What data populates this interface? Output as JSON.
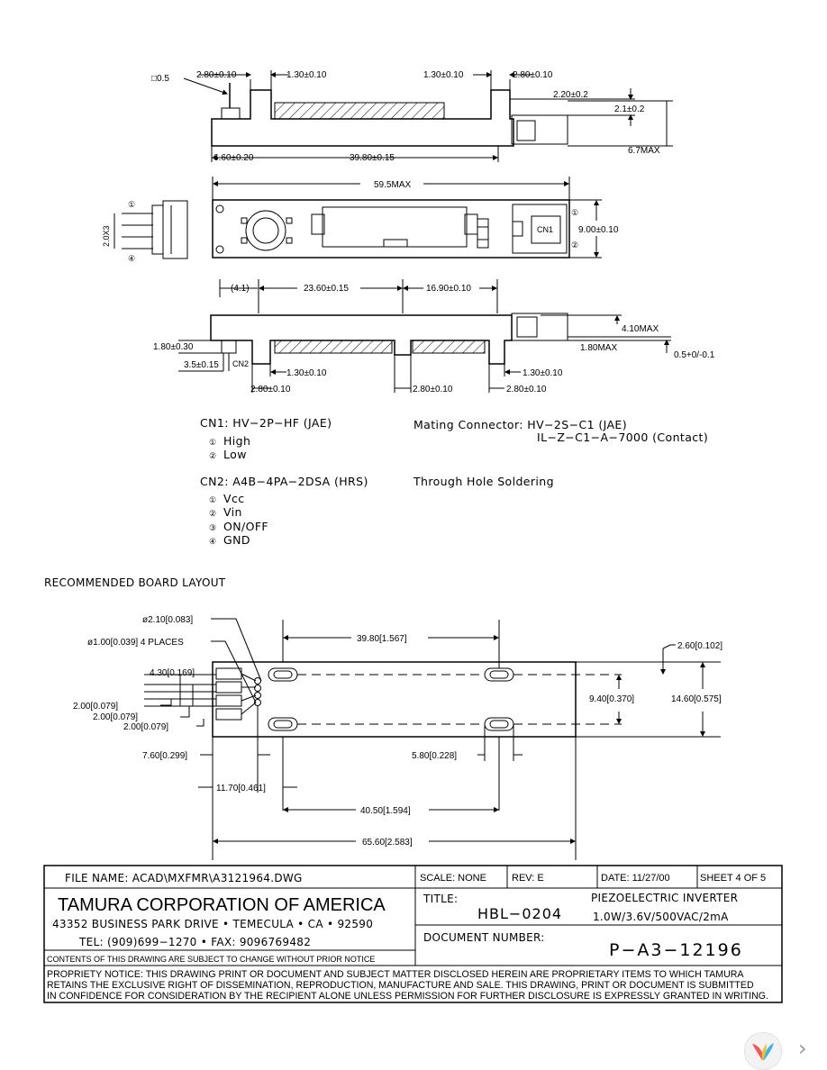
{
  "top_dims": {
    "sq": "□0.5",
    "d1": "2.80±0.10",
    "d2": "1.30±0.10",
    "d3": "1.30±0.10",
    "d4": "2.80±0.10",
    "d5": "2.20±0.2",
    "d6": "2.1±0.2",
    "d7": "6.7MAX",
    "d8": "6.60±0.20",
    "d9": "39.80±0.15"
  },
  "plan_dims": {
    "width": "59.5MAX",
    "pitch": "2.0X3",
    "height": "9.00±0.10",
    "cn1": "CN1",
    "pin_marks": [
      "①",
      "④",
      "①",
      "②"
    ]
  },
  "side_dims": {
    "a": "(4.1)",
    "b": "23.60±0.15",
    "c": "16.90±0.10",
    "d": "4.10MAX",
    "e": "1.80±0.30",
    "f": "1.80MAX",
    "g": "0.5+0/-0.1",
    "h": "3.5±0.15",
    "cn2": "CN2",
    "i": "1.30±0.10",
    "j": "1.30±0.10",
    "k": "2.80±0.10",
    "l": "2.80±0.10",
    "m": "2.80±0.10"
  },
  "connectors": {
    "cn1_title": "CN1:  HV−2P−HF  (JAE)",
    "cn1_pins": [
      "High",
      "Low"
    ],
    "mating_label": "Mating  Connector:  HV−2S−C1  (JAE)",
    "mating_contact": "IL−Z−C1−A−7000  (Contact)",
    "cn2_title": "CN2:  A4B−4PA−2DSA  (HRS)",
    "cn2_note": "Through  Hole  Soldering",
    "cn2_pins": [
      "Vcc",
      "Vin",
      "ON/OFF",
      "GND"
    ],
    "pin_markers": [
      "①",
      "②",
      "①",
      "②",
      "③",
      "④"
    ]
  },
  "board_layout": {
    "heading": "RECOMMENDED  BOARD  LAYOUT",
    "hole_large": "ø2.10[0.083]",
    "hole_small": "ø1.00[0.039]  4  PLACES",
    "p1": "4.30[0.169]",
    "p2": "2.00[0.079]",
    "p3": "2.00[0.079]",
    "p4": "2.00[0.079]",
    "span_top": "39.80[1.567]",
    "right_top": "2.60[0.102]",
    "inner_h": "9.40[0.370]",
    "outer_h": "14.60[0.575]",
    "left_off": "7.60[0.299]",
    "slot_w": "5.80[0.228]",
    "x1": "11.70[0.461]",
    "x2": "40.50[1.594]",
    "x3": "65.60[2.583]"
  },
  "title_block": {
    "file_name": "FILE  NAME:  ACAD\\MXFMR\\A3121964.DWG",
    "scale": "SCALE:  NONE",
    "rev": "REV:  E",
    "date": "DATE:  11/27/00",
    "sheet": "SHEET  4  OF  5",
    "company": "TAMURA  CORPORATION  OF  AMERICA",
    "address": "43352  BUSINESS  PARK  DRIVE • TEMECULA • CA • 92590",
    "phone": "TEL:  (909)699−1270  •  FAX:  9096769482",
    "contents_notice": "CONTENTS  OF  THIS  DRAWING  ARE  SUBJECT  TO  CHANGE  WITHOUT  PRIOR  NOTICE",
    "title_label": "TITLE:",
    "part": "HBL−0204",
    "desc1": "PIEZOELECTRIC  INVERTER",
    "desc2": "1.0W/3.6V/500VAC/2mA",
    "docnum_label": "DOCUMENT  NUMBER:",
    "docnum": "P−A3−12196",
    "proprietary": [
      "PROPRIETY  NOTICE:  THIS  DRAWING  PRINT  OR  DOCUMENT  AND  SUBJECT  MATTER  DISCLOSED  HEREIN  ARE  PROPRIETARY  ITEMS  TO  WHICH  TAMURA",
      "RETAINS  THE  EXCLUSIVE  RIGHT  OF  DISSEMINATION,  REPRODUCTION,  MANUFACTURE  AND  SALE.  THIS  DRAWING,  PRINT  OR  DOCUMENT  IS  SUBMITTED",
      "IN  CONFIDENCE  FOR  CONSIDERATION  BY  THE  RECIPIENT  ALONE  UNLESS  PERMISSION  FOR  FURTHER  DISCLOSURE  IS  EXPRESSLY  GRANTED  IN  WRITING."
    ]
  },
  "nav": {
    "next_glyph": "›"
  }
}
